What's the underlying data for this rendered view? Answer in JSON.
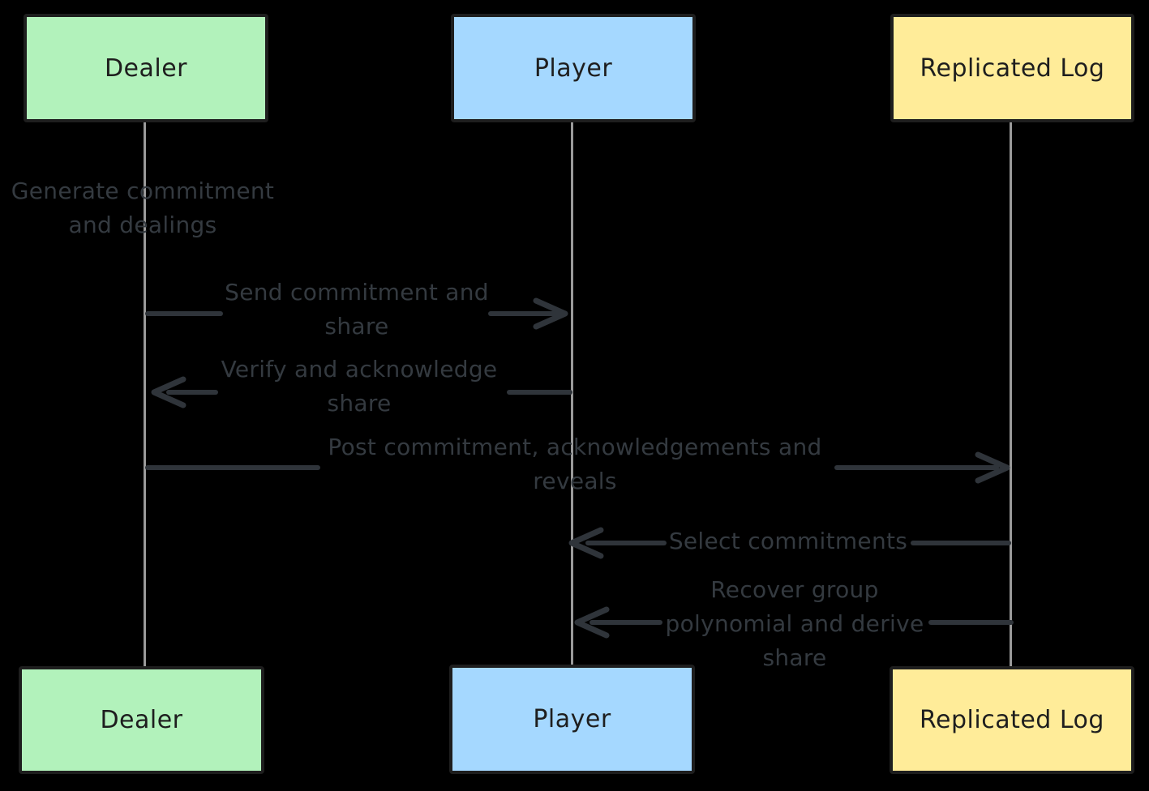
{
  "diagram": {
    "title": "Verifiable secret sharing sequence diagram",
    "colors": {
      "background": "#000000",
      "box_stroke": "#1e1e1e",
      "actor_green": "#b2f2bb",
      "actor_blue": "#a5d8ff",
      "actor_yellow": "#ffec99",
      "lifeline": "#9a9a9a",
      "arrow": "#2f343a",
      "message_text": "#343a40"
    },
    "actors": [
      {
        "id": "dealer",
        "label": "Dealer",
        "fill": "#b2f2bb"
      },
      {
        "id": "player",
        "label": "Player",
        "fill": "#a5d8ff"
      },
      {
        "id": "replicated-log",
        "label": "Replicated Log",
        "fill": "#ffec99"
      }
    ],
    "messages": [
      {
        "type": "note",
        "from": "dealer",
        "to": "dealer",
        "label": "Generate commitment\nand dealings"
      },
      {
        "type": "arrow",
        "from": "dealer",
        "to": "player",
        "label": "Send commitment and\nshare"
      },
      {
        "type": "arrow",
        "from": "player",
        "to": "dealer",
        "label": "Verify and acknowledge\nshare"
      },
      {
        "type": "arrow",
        "from": "dealer",
        "to": "replicated-log",
        "label": "Post commitment, acknowledgements and\nreveals"
      },
      {
        "type": "arrow",
        "from": "replicated-log",
        "to": "player",
        "label": "Select commitments"
      },
      {
        "type": "arrow",
        "from": "replicated-log",
        "to": "player",
        "label": "Recover group\npolynomial and derive\nshare"
      }
    ]
  }
}
